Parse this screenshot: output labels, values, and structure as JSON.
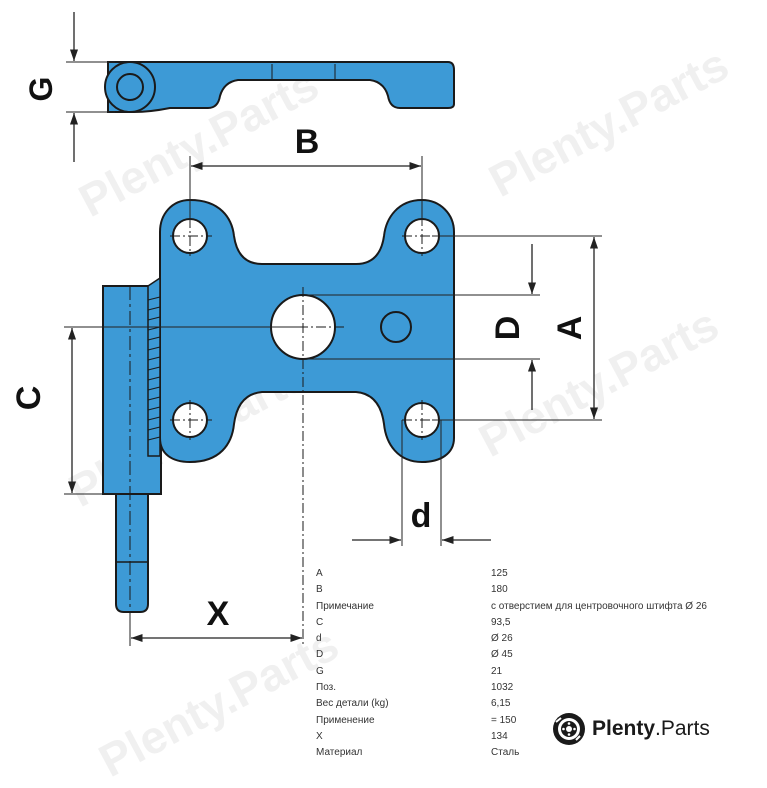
{
  "colors": {
    "part": "#3d9ad6",
    "outline": "#1a1a1a",
    "line": "#222222"
  },
  "dimensions": {
    "G": "G",
    "B": "B",
    "A": "A",
    "D": "D",
    "C": "C",
    "d": "d",
    "X": "X"
  },
  "specs": [
    {
      "key": "A",
      "value": "125"
    },
    {
      "key": "B",
      "value": "180"
    },
    {
      "key": "Примечание",
      "value": "с отверстием для центровочного штифта Ø 26"
    },
    {
      "key": "C",
      "value": "93,5"
    },
    {
      "key": "d",
      "value": "Ø 26"
    },
    {
      "key": "D",
      "value": "Ø 45"
    },
    {
      "key": "G",
      "value": "21"
    },
    {
      "key": "Поз.",
      "value": "1032"
    },
    {
      "key": "Вес детали (kg)",
      "value": "6,15"
    },
    {
      "key": "Применение",
      "value": "= 150"
    },
    {
      "key": "X",
      "value": "134"
    },
    {
      "key": "Материал",
      "value": "Сталь"
    }
  ],
  "brand": {
    "name": "Plenty",
    "suffix": ".Parts",
    "icon": "brake-disc-icon"
  },
  "watermark": {
    "text": "Plenty.Parts"
  }
}
